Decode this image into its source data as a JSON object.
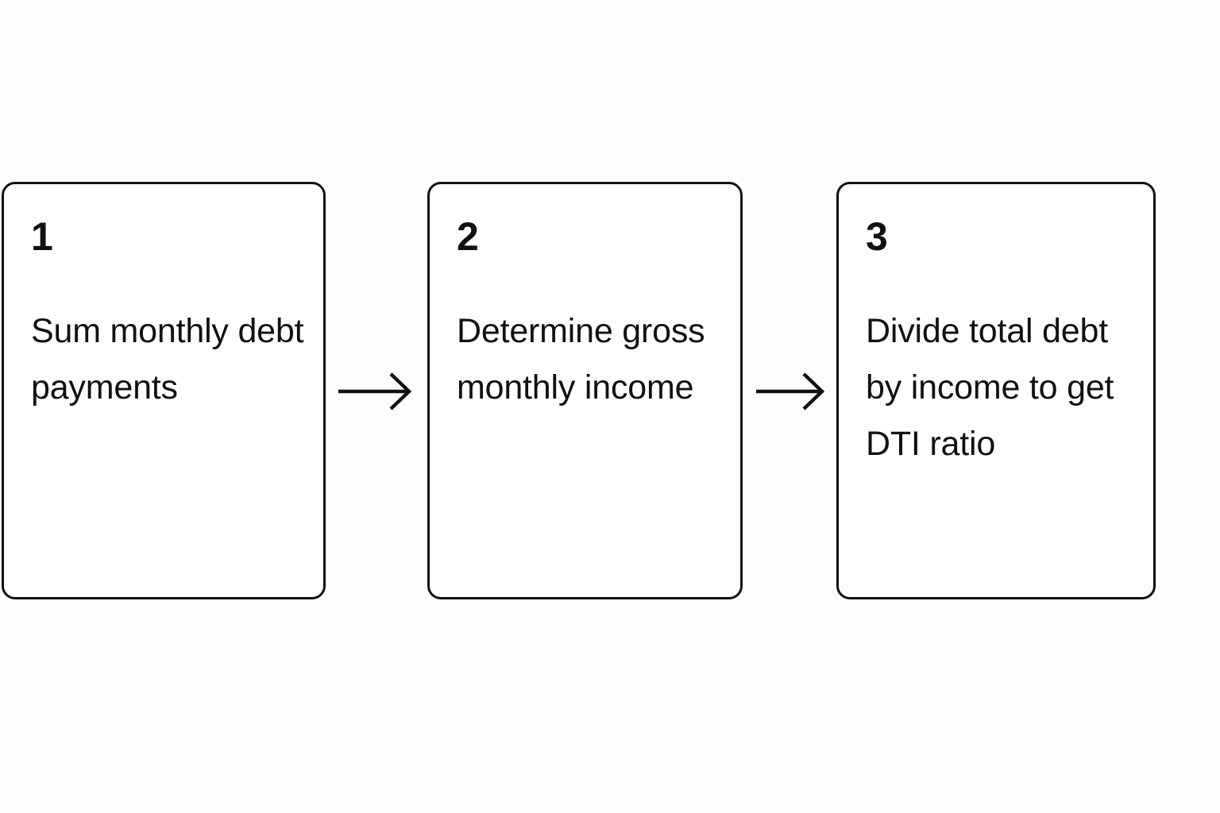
{
  "diagram": {
    "type": "process-flow",
    "orientation": "horizontal",
    "background_color": "#fdfdfd",
    "border_color": "#111111",
    "text_color": "#111111",
    "steps": [
      {
        "number": "1",
        "label": "Sum monthly debt payments"
      },
      {
        "number": "2",
        "label": "Determine gross monthly income"
      },
      {
        "number": "3",
        "label": "Divide total debt by income to get DTI ratio"
      }
    ],
    "connectors": [
      {
        "icon": "arrow-right-icon",
        "from": "1",
        "to": "2"
      },
      {
        "icon": "arrow-right-icon",
        "from": "2",
        "to": "3"
      }
    ]
  }
}
